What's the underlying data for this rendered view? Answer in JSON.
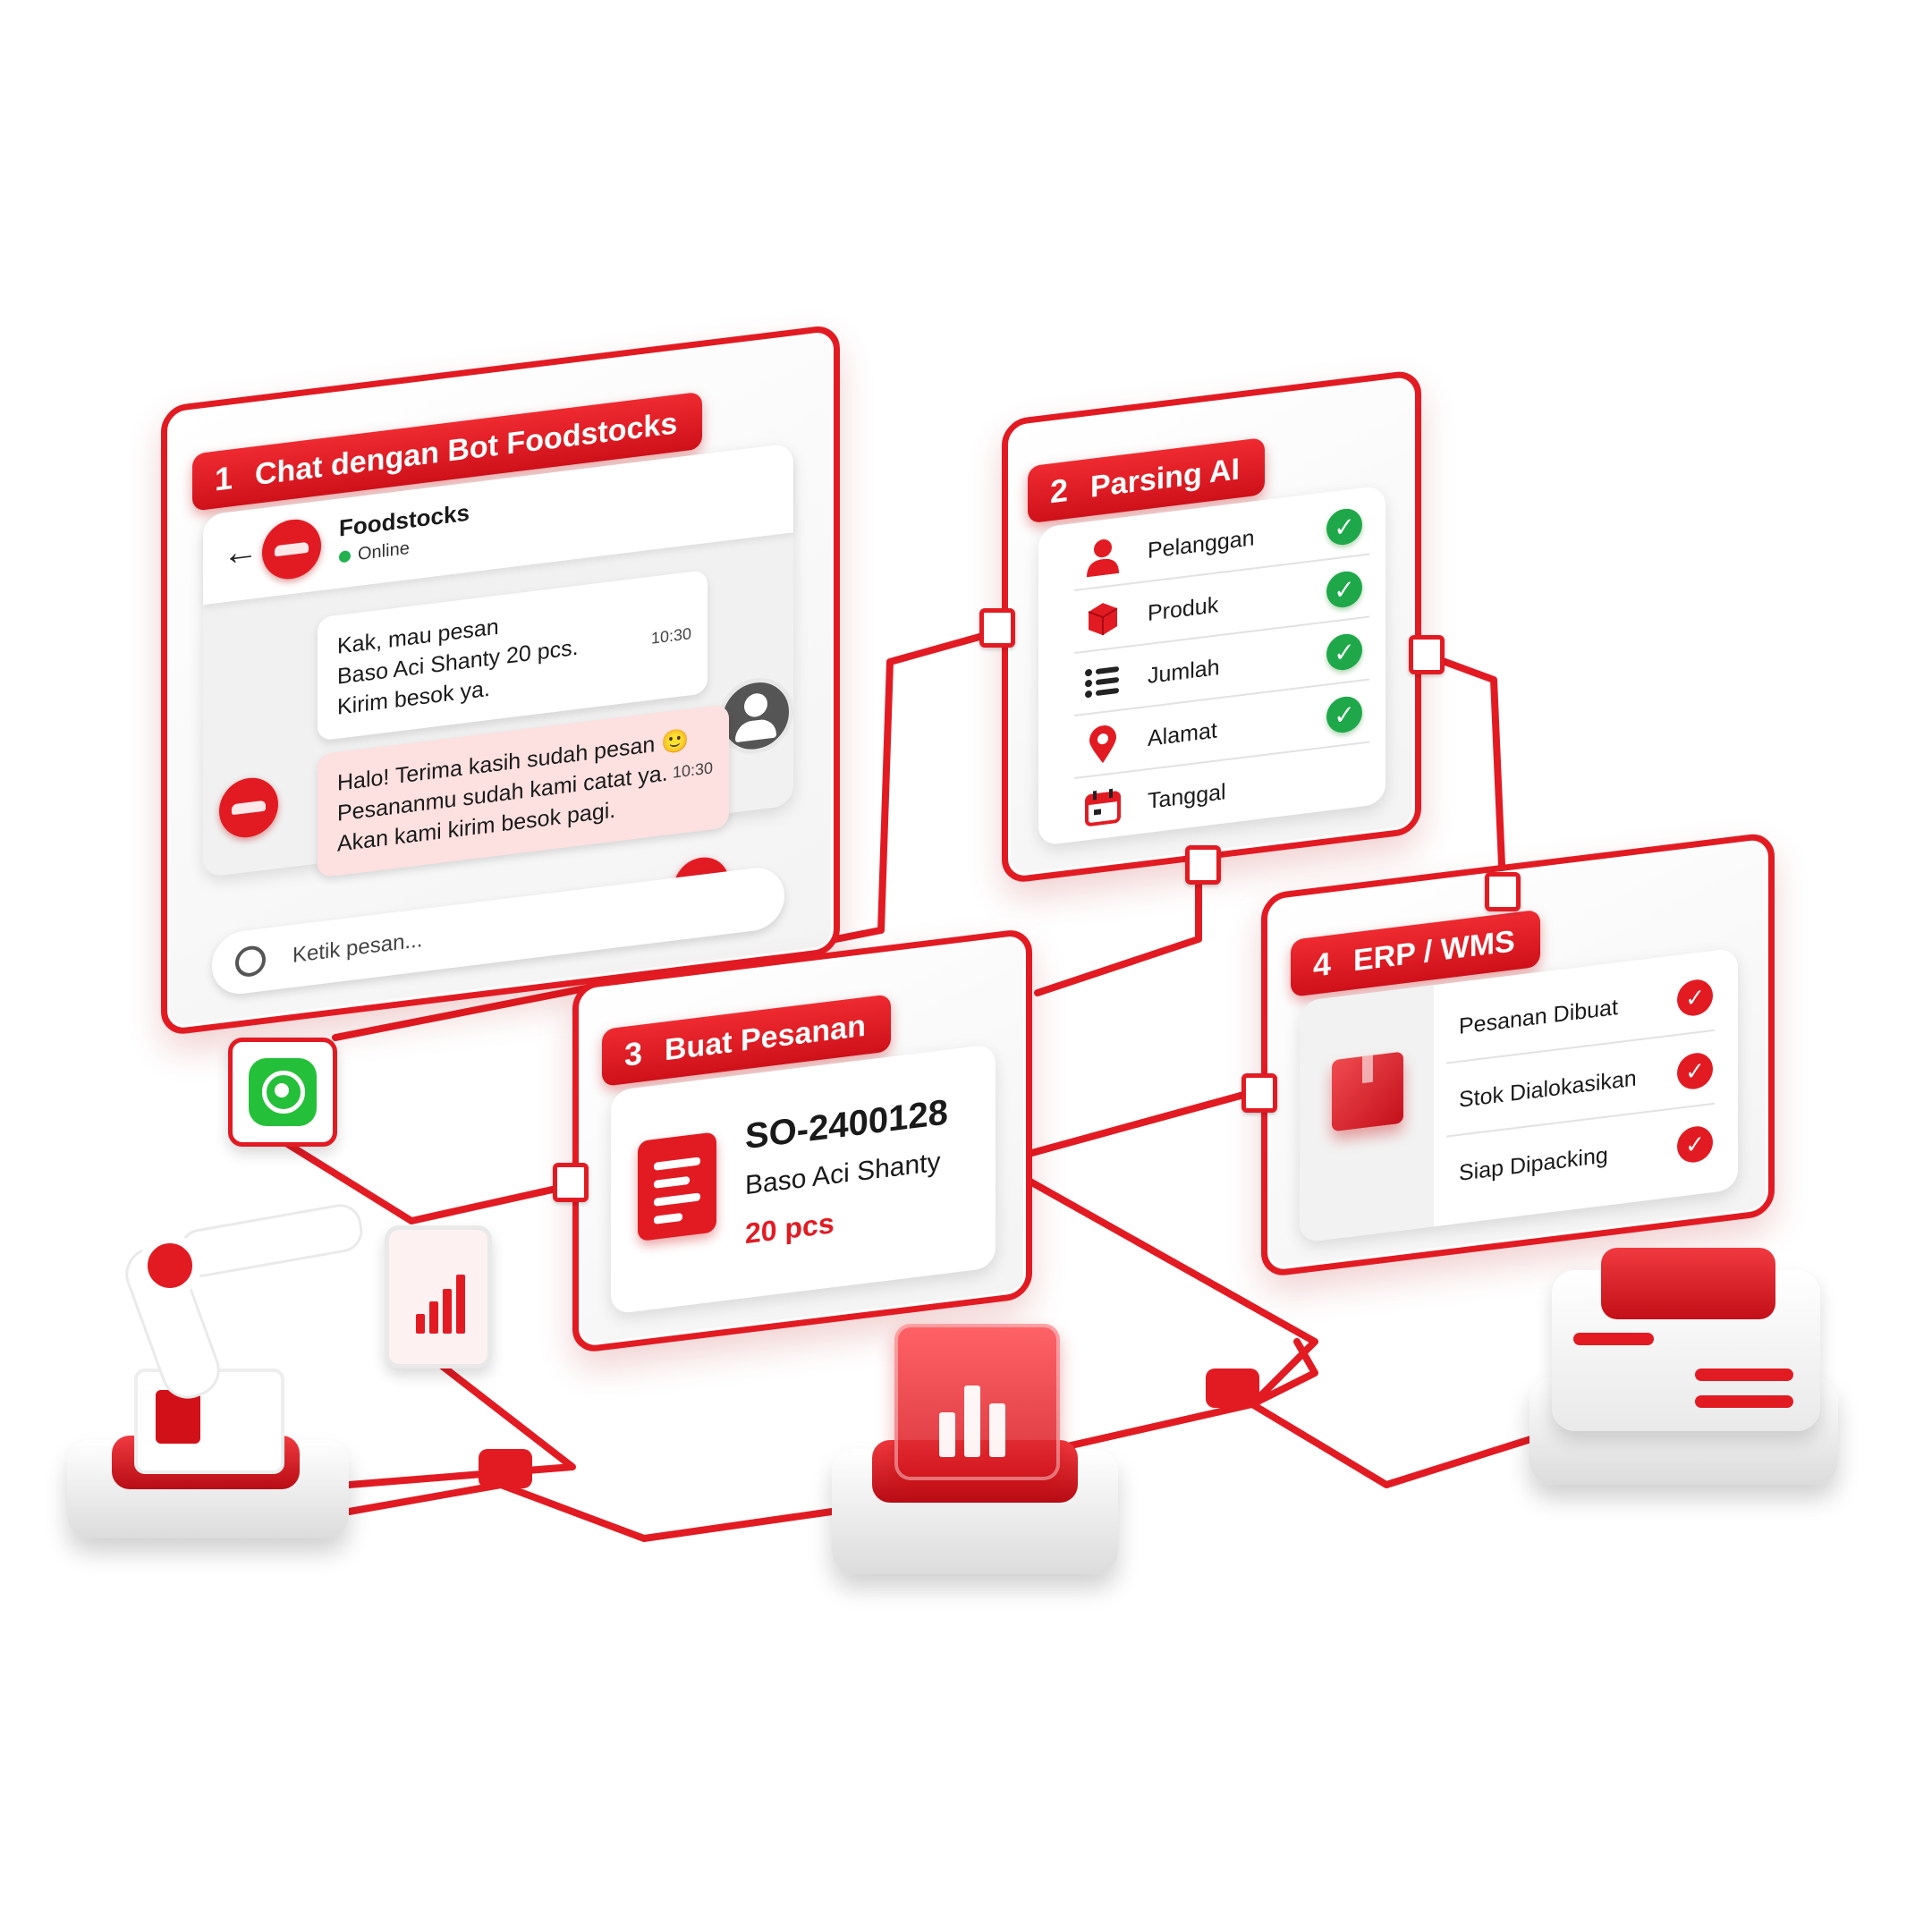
{
  "steps": [
    {
      "num": "1",
      "title": "Chat dengan Bot Foodstocks"
    },
    {
      "num": "2",
      "title": "Parsing AI"
    },
    {
      "num": "3",
      "title": "Buat Pesanan"
    },
    {
      "num": "4",
      "title": "ERP / WMS"
    }
  ],
  "chat": {
    "contact_name": "Foodstocks",
    "status": "Online",
    "user_message": [
      "Kak, mau pesan",
      "Baso Aci Shanty 20 pcs.",
      "Kirim besok ya."
    ],
    "user_time": "10:30",
    "bot_message": [
      "Halo! Terima kasih sudah pesan 🙂",
      "Pesananmu sudah kami catat ya.",
      "Akan kami kirim besok pagi."
    ],
    "bot_time": "10:30",
    "input_placeholder": "Ketik pesan..."
  },
  "parsing": {
    "fields": [
      {
        "label": "Pelanggan",
        "icon": "person-icon",
        "checked": true
      },
      {
        "label": "Produk",
        "icon": "box-icon",
        "checked": true
      },
      {
        "label": "Jumlah",
        "icon": "list-icon",
        "checked": true
      },
      {
        "label": "Alamat",
        "icon": "location-pin-icon",
        "checked": true
      },
      {
        "label": "Tanggal",
        "icon": "calendar-icon",
        "checked": false
      }
    ]
  },
  "order": {
    "id": "SO-2400128",
    "product": "Baso Aci Shanty",
    "quantity": "20 pcs"
  },
  "erp": {
    "items": [
      {
        "label": "Pesanan Dibuat",
        "checked": true
      },
      {
        "label": "Stok Dialokasikan",
        "checked": true
      },
      {
        "label": "Siap Dipacking",
        "checked": true
      }
    ]
  },
  "colors": {
    "accent": "#e21b23",
    "success": "#1fa84a",
    "whatsapp": "#25c03a",
    "bot_bubble": "#fde0e0"
  }
}
